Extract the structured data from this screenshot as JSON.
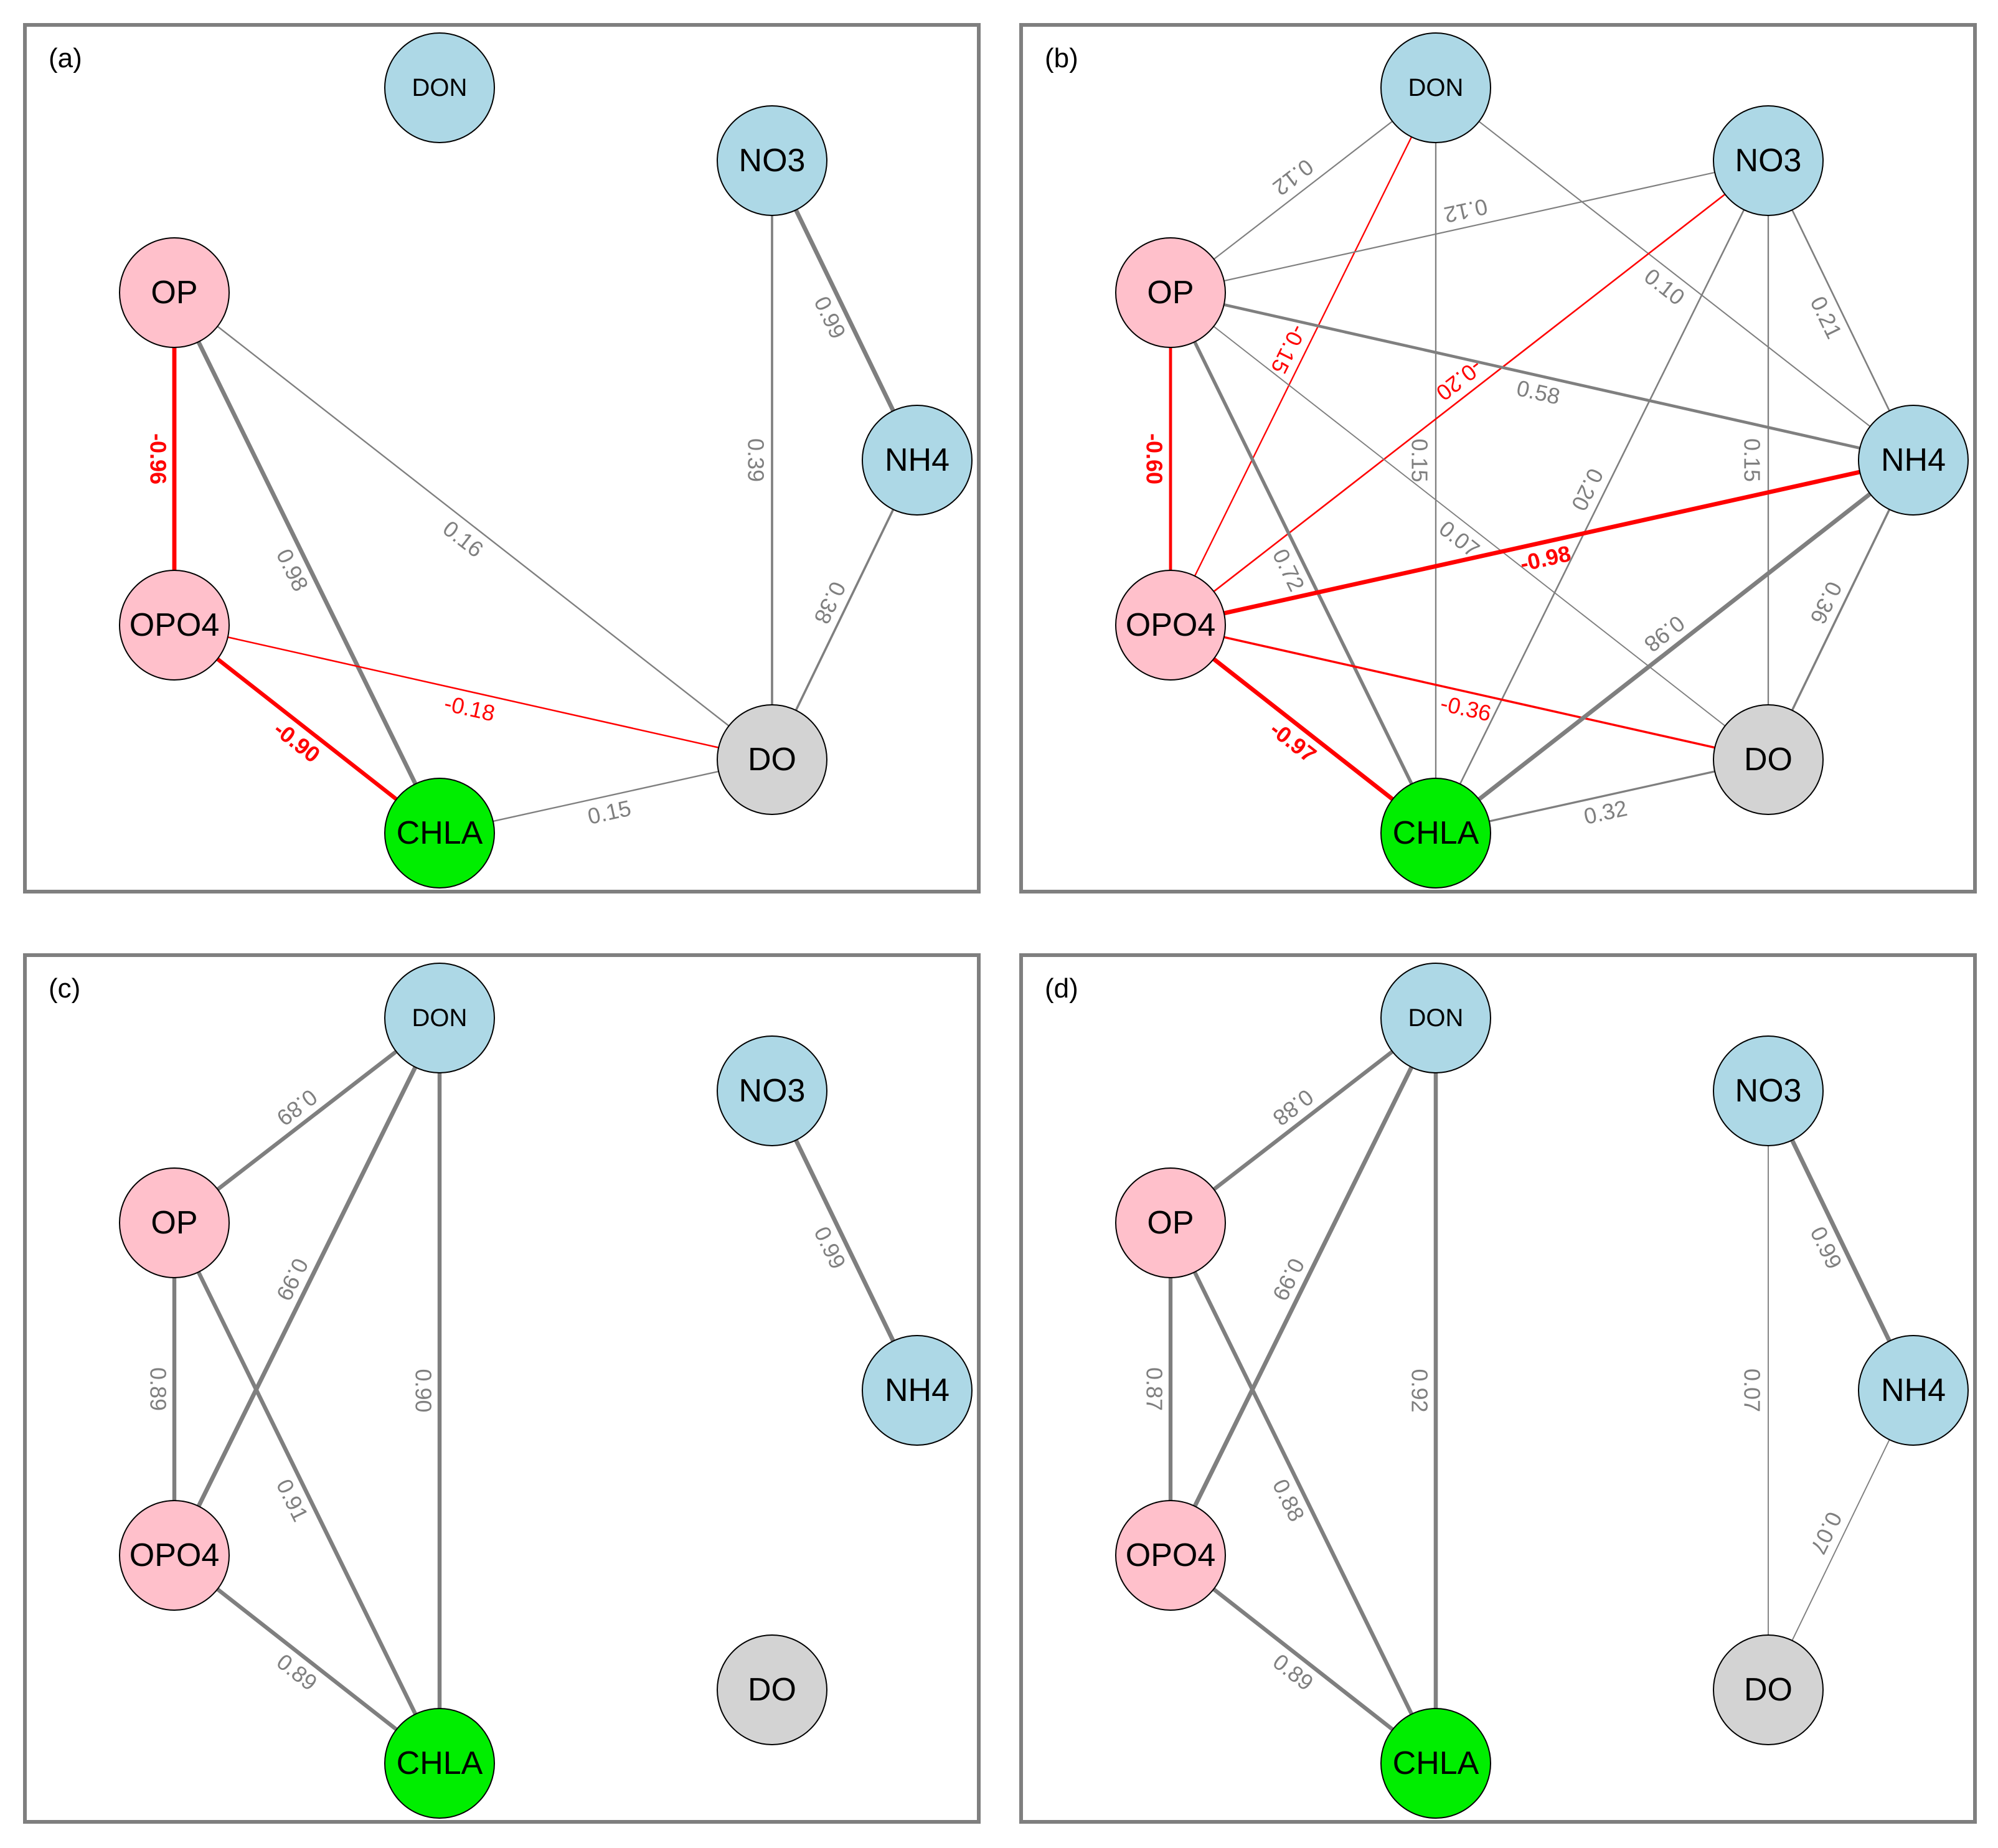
{
  "colors": {
    "positive": "#7f7f7f",
    "negative": "#ff0000",
    "nutrient_n": "#add8e6",
    "nutrient_p": "#ffc0cb",
    "chla": "#00ee00",
    "do": "#d3d3d3",
    "frame": "#7f7f7f"
  },
  "nodes": [
    {
      "id": "DON",
      "label": "DON",
      "group": "nutrient_n"
    },
    {
      "id": "NO3",
      "label": "NO3",
      "group": "nutrient_n"
    },
    {
      "id": "NH4",
      "label": "NH4",
      "group": "nutrient_n"
    },
    {
      "id": "OP",
      "label": "OP",
      "group": "nutrient_p"
    },
    {
      "id": "OPO4",
      "label": "OPO4",
      "group": "nutrient_p"
    },
    {
      "id": "CHLA",
      "label": "CHLA",
      "group": "chla"
    },
    {
      "id": "DO",
      "label": "DO",
      "group": "do"
    }
  ],
  "panels": [
    {
      "label": "(a)",
      "edges": [
        {
          "from": "OP",
          "to": "OPO4",
          "weight": -0.96,
          "text": "-0.96"
        },
        {
          "from": "OP",
          "to": "CHLA",
          "weight": 0.98,
          "text": "0.98"
        },
        {
          "from": "OP",
          "to": "DO",
          "weight": 0.16,
          "text": "0.16"
        },
        {
          "from": "OPO4",
          "to": "CHLA",
          "weight": -0.9,
          "text": "-0.90"
        },
        {
          "from": "OPO4",
          "to": "DO",
          "weight": -0.18,
          "text": "-0.18"
        },
        {
          "from": "NO3",
          "to": "NH4",
          "weight": 0.99,
          "text": "0.99"
        },
        {
          "from": "NO3",
          "to": "DO",
          "weight": 0.39,
          "text": "0.39"
        },
        {
          "from": "NH4",
          "to": "DO",
          "weight": 0.38,
          "text": "0.38"
        },
        {
          "from": "CHLA",
          "to": "DO",
          "weight": 0.15,
          "text": "0.15"
        }
      ]
    },
    {
      "label": "(b)",
      "edges": [
        {
          "from": "DON",
          "to": "OP",
          "weight": 0.12,
          "text": "0.12"
        },
        {
          "from": "DON",
          "to": "OPO4",
          "weight": -0.15,
          "text": "-0.15"
        },
        {
          "from": "DON",
          "to": "CHLA",
          "weight": 0.15,
          "text": "0.15"
        },
        {
          "from": "DON",
          "to": "NH4",
          "weight": 0.1,
          "text": "0.10"
        },
        {
          "from": "NO3",
          "to": "OP",
          "weight": 0.12,
          "text": "0.12"
        },
        {
          "from": "NO3",
          "to": "OPO4",
          "weight": -0.2,
          "text": "-0.20"
        },
        {
          "from": "NO3",
          "to": "NH4",
          "weight": 0.21,
          "text": "0.21"
        },
        {
          "from": "NO3",
          "to": "CHLA",
          "weight": 0.2,
          "text": "0.20"
        },
        {
          "from": "NO3",
          "to": "DO",
          "weight": 0.15,
          "text": "0.15"
        },
        {
          "from": "OP",
          "to": "NH4",
          "weight": 0.58,
          "text": "0.58"
        },
        {
          "from": "OP",
          "to": "OPO4",
          "weight": -0.6,
          "text": "-0.60"
        },
        {
          "from": "OP",
          "to": "CHLA",
          "weight": 0.72,
          "text": "0.72"
        },
        {
          "from": "OP",
          "to": "DO",
          "weight": 0.07,
          "text": "0.07"
        },
        {
          "from": "OPO4",
          "to": "NH4",
          "weight": -0.98,
          "text": "-0.98"
        },
        {
          "from": "OPO4",
          "to": "CHLA",
          "weight": -0.97,
          "text": "-0.97"
        },
        {
          "from": "OPO4",
          "to": "DO",
          "weight": -0.36,
          "text": "-0.36"
        },
        {
          "from": "NH4",
          "to": "CHLA",
          "weight": 0.98,
          "text": "0.98"
        },
        {
          "from": "NH4",
          "to": "DO",
          "weight": 0.36,
          "text": "0.36"
        },
        {
          "from": "CHLA",
          "to": "DO",
          "weight": 0.32,
          "text": "0.32"
        }
      ]
    },
    {
      "label": "(c)",
      "edges": [
        {
          "from": "DON",
          "to": "OP",
          "weight": 0.89,
          "text": "0.89"
        },
        {
          "from": "DON",
          "to": "OPO4",
          "weight": 0.99,
          "text": "0.99"
        },
        {
          "from": "DON",
          "to": "CHLA",
          "weight": 0.9,
          "text": "0.90"
        },
        {
          "from": "OP",
          "to": "OPO4",
          "weight": 0.89,
          "text": "0.89"
        },
        {
          "from": "OP",
          "to": "CHLA",
          "weight": 0.91,
          "text": "0.91"
        },
        {
          "from": "OPO4",
          "to": "CHLA",
          "weight": 0.89,
          "text": "0.89"
        },
        {
          "from": "NO3",
          "to": "NH4",
          "weight": 0.99,
          "text": "0.99"
        }
      ]
    },
    {
      "label": "(d)",
      "edges": [
        {
          "from": "DON",
          "to": "OP",
          "weight": 0.88,
          "text": "0.88"
        },
        {
          "from": "DON",
          "to": "OPO4",
          "weight": 0.99,
          "text": "0.99"
        },
        {
          "from": "DON",
          "to": "CHLA",
          "weight": 0.92,
          "text": "0.92"
        },
        {
          "from": "OP",
          "to": "OPO4",
          "weight": 0.87,
          "text": "0.87"
        },
        {
          "from": "OP",
          "to": "CHLA",
          "weight": 0.88,
          "text": "0.88"
        },
        {
          "from": "OPO4",
          "to": "CHLA",
          "weight": 0.89,
          "text": "0.89"
        },
        {
          "from": "NO3",
          "to": "NH4",
          "weight": 0.99,
          "text": "0.99"
        },
        {
          "from": "NO3",
          "to": "DO",
          "weight": 0.07,
          "text": "0.07"
        },
        {
          "from": "NH4",
          "to": "DO",
          "weight": 0.07,
          "text": "0.07"
        }
      ]
    }
  ]
}
